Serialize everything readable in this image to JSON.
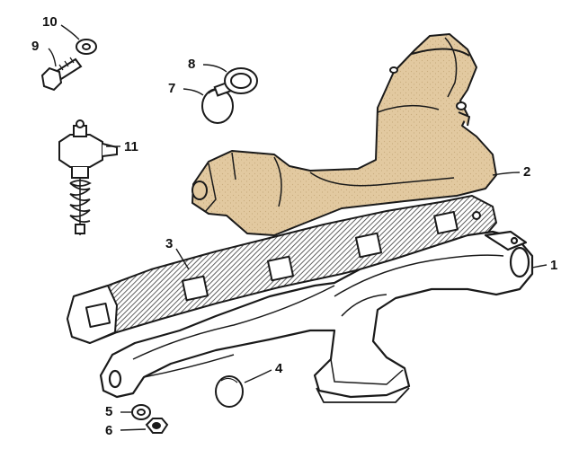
{
  "colors": {
    "ink": "#1a1a1a",
    "casting_tan": "#e2c9a0",
    "casting_shade": "#c9ab7c",
    "paper": "#ffffff",
    "gasket_dark": "#3a3a3a"
  },
  "callouts": [
    {
      "id": "1",
      "text": "1"
    },
    {
      "id": "2",
      "text": "2"
    },
    {
      "id": "3",
      "text": "3"
    },
    {
      "id": "4",
      "text": "4"
    },
    {
      "id": "5",
      "text": "5"
    },
    {
      "id": "6",
      "text": "6"
    },
    {
      "id": "7",
      "text": "7"
    },
    {
      "id": "8",
      "text": "8"
    },
    {
      "id": "9",
      "text": "9"
    },
    {
      "id": "10",
      "text": "10"
    },
    {
      "id": "11",
      "text": "11"
    }
  ],
  "parts": {
    "exhaust_manifold": {
      "icon": "exhaust-manifold-icon"
    },
    "inlet_manifold": {
      "icon": "inlet-manifold-icon"
    },
    "manifold_gasket": {
      "icon": "gasket-icon"
    },
    "blanking_plug": {
      "icon": "rubber-plug-icon"
    },
    "washer": {
      "icon": "washer-icon"
    },
    "nut": {
      "icon": "hex-nut-icon"
    },
    "drain_plug": {
      "icon": "drain-plug-icon"
    },
    "plug_washer": {
      "icon": "sealing-washer-icon"
    },
    "bolt": {
      "icon": "bolt-icon"
    },
    "bolt_washer": {
      "icon": "washer-icon"
    },
    "thermostat_valve": {
      "icon": "spring-valve-icon"
    }
  }
}
